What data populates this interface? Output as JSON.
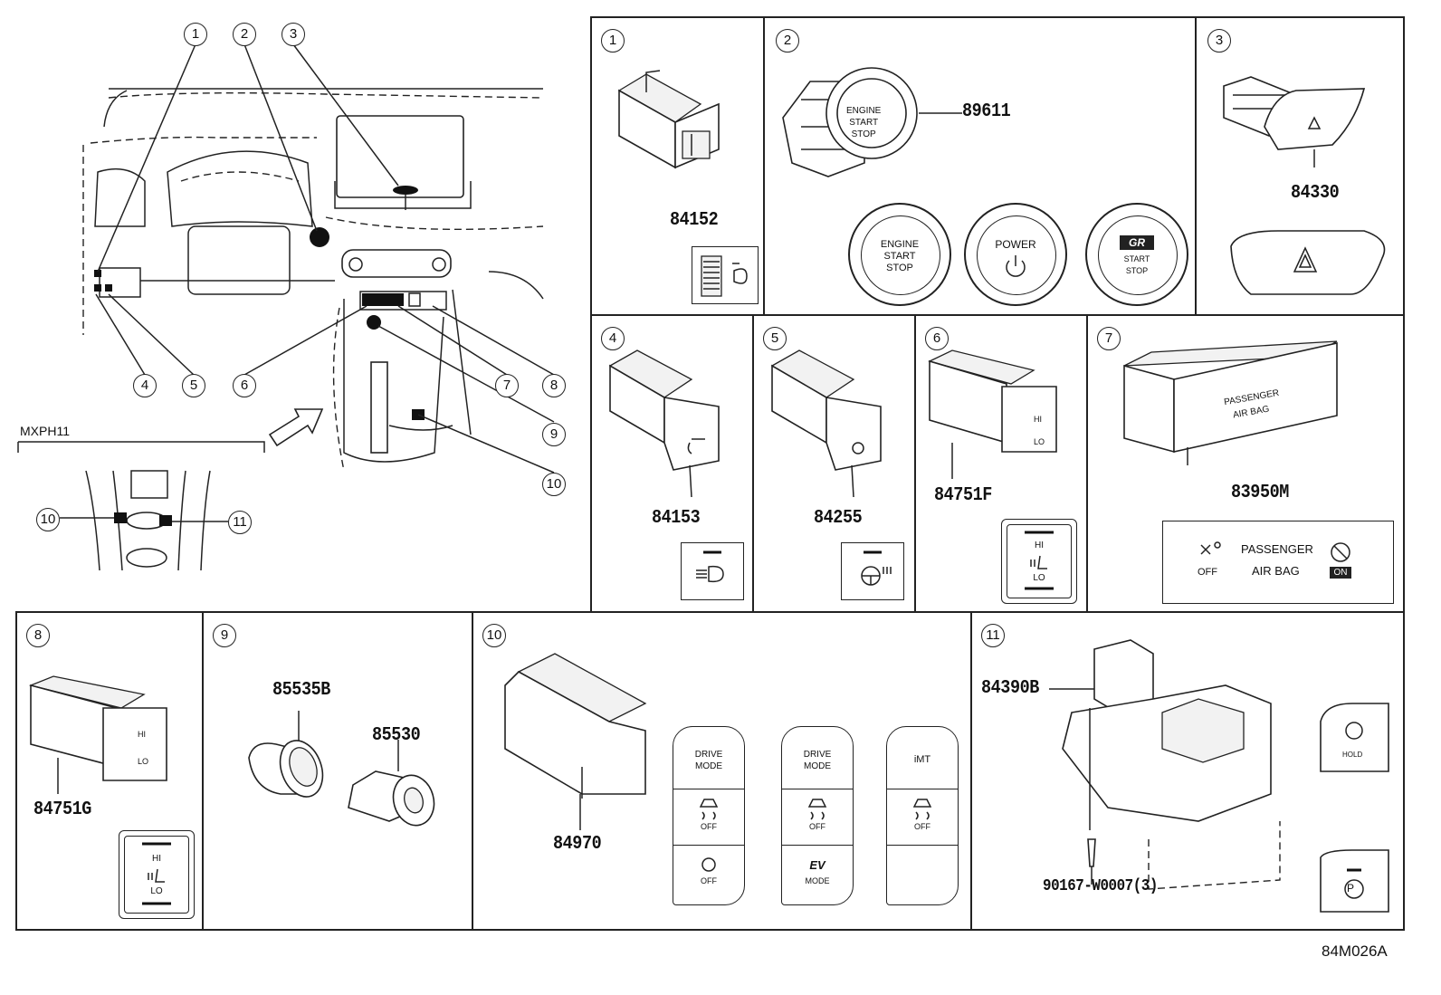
{
  "overview": {
    "callouts": [
      "1",
      "2",
      "3",
      "4",
      "5",
      "6",
      "7",
      "8",
      "9",
      "10"
    ],
    "model_label": "MXPH11",
    "inset_callouts": [
      "10",
      "11"
    ]
  },
  "panels": [
    {
      "num": "1",
      "part": "84152"
    },
    {
      "num": "2",
      "part": "89611",
      "buttons": [
        {
          "lines": [
            "ENGINE",
            "START",
            "STOP"
          ]
        },
        {
          "lines": [
            "POWER"
          ]
        },
        {
          "lines": [
            "START",
            "STOP"
          ],
          "logo": "GR"
        }
      ]
    },
    {
      "num": "3",
      "part": "84330"
    },
    {
      "num": "4",
      "part": "84153"
    },
    {
      "num": "5",
      "part": "84255"
    },
    {
      "num": "6",
      "part": "84751F",
      "switch_hi": "HI",
      "switch_lo": "LO"
    },
    {
      "num": "7",
      "part": "83950M",
      "passenger": "PASSENGER",
      "airbag": "AIR BAG",
      "off": "OFF",
      "on": "ON"
    },
    {
      "num": "8",
      "part": "84751G",
      "switch_hi": "HI",
      "switch_lo": "LO"
    },
    {
      "num": "9",
      "parts": [
        "85535B",
        "85530"
      ]
    },
    {
      "num": "10",
      "part": "84970",
      "panels": [
        {
          "top": [
            "DRIVE",
            "MODE"
          ],
          "mid": "OFF",
          "bottom": "OFF"
        },
        {
          "top": [
            "DRIVE",
            "MODE"
          ],
          "mid": "OFF",
          "bottom": "MODE",
          "bottom_logo": "EV"
        },
        {
          "top": [
            "iMT"
          ],
          "mid": "OFF"
        }
      ]
    },
    {
      "num": "11",
      "parts": [
        "84390B",
        "90167-W0007(3)"
      ],
      "hold": "HOLD"
    }
  ],
  "code": "84M026A"
}
